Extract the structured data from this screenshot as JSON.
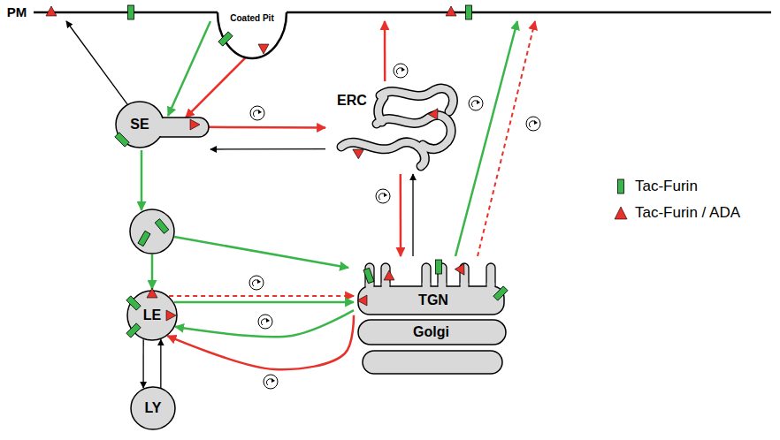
{
  "diagram": {
    "nodes": [
      {
        "text": [
          "PM"
        ]
      },
      {
        "text": [
          "Coated Pit"
        ]
      },
      {
        "text": [
          "SE"
        ]
      },
      {
        "text": [
          "ERC"
        ]
      },
      {
        "text": [
          "TGN"
        ]
      },
      {
        "text": [
          "Golgi"
        ]
      },
      {
        "text": [
          "LE"
        ]
      },
      {
        "text": [
          "LY"
        ]
      }
    ],
    "edges": [
      {
        "from": 2,
        "to": 0,
        "arrow": "to"
      },
      {
        "from": 0,
        "to": 2,
        "arrow": "to"
      },
      {
        "from": 1,
        "to": 2,
        "arrow": "to"
      },
      {
        "from": 2,
        "to": 3,
        "arrow": "to"
      },
      {
        "from": 3,
        "to": 2,
        "arrow": "to"
      },
      {
        "from": 3,
        "to": 0,
        "arrow": "to"
      },
      {
        "from": 3,
        "to": 4,
        "arrow": "to"
      },
      {
        "from": 4,
        "to": 3,
        "arrow": "to"
      },
      {
        "from": 4,
        "to": 0,
        "arrow": "to"
      },
      {
        "from": 4,
        "to": 0,
        "arrow": "to"
      },
      {
        "from": 6,
        "to": 4,
        "arrow": "to"
      },
      {
        "from": 6,
        "to": 4,
        "arrow": "to"
      },
      {
        "from": 4,
        "to": 6,
        "arrow": "to"
      },
      {
        "from": 4,
        "to": 6,
        "arrow": "to"
      },
      {
        "from": 6,
        "to": 7,
        "arrow": "to"
      },
      {
        "from": 7,
        "to": 6,
        "arrow": "to"
      }
    ],
    "legend": [
      {
        "text": "Tac-Furin",
        "color": "#3ab54a"
      },
      {
        "text": "Tac-Furin / ADA",
        "color": "#e8312a"
      }
    ]
  }
}
